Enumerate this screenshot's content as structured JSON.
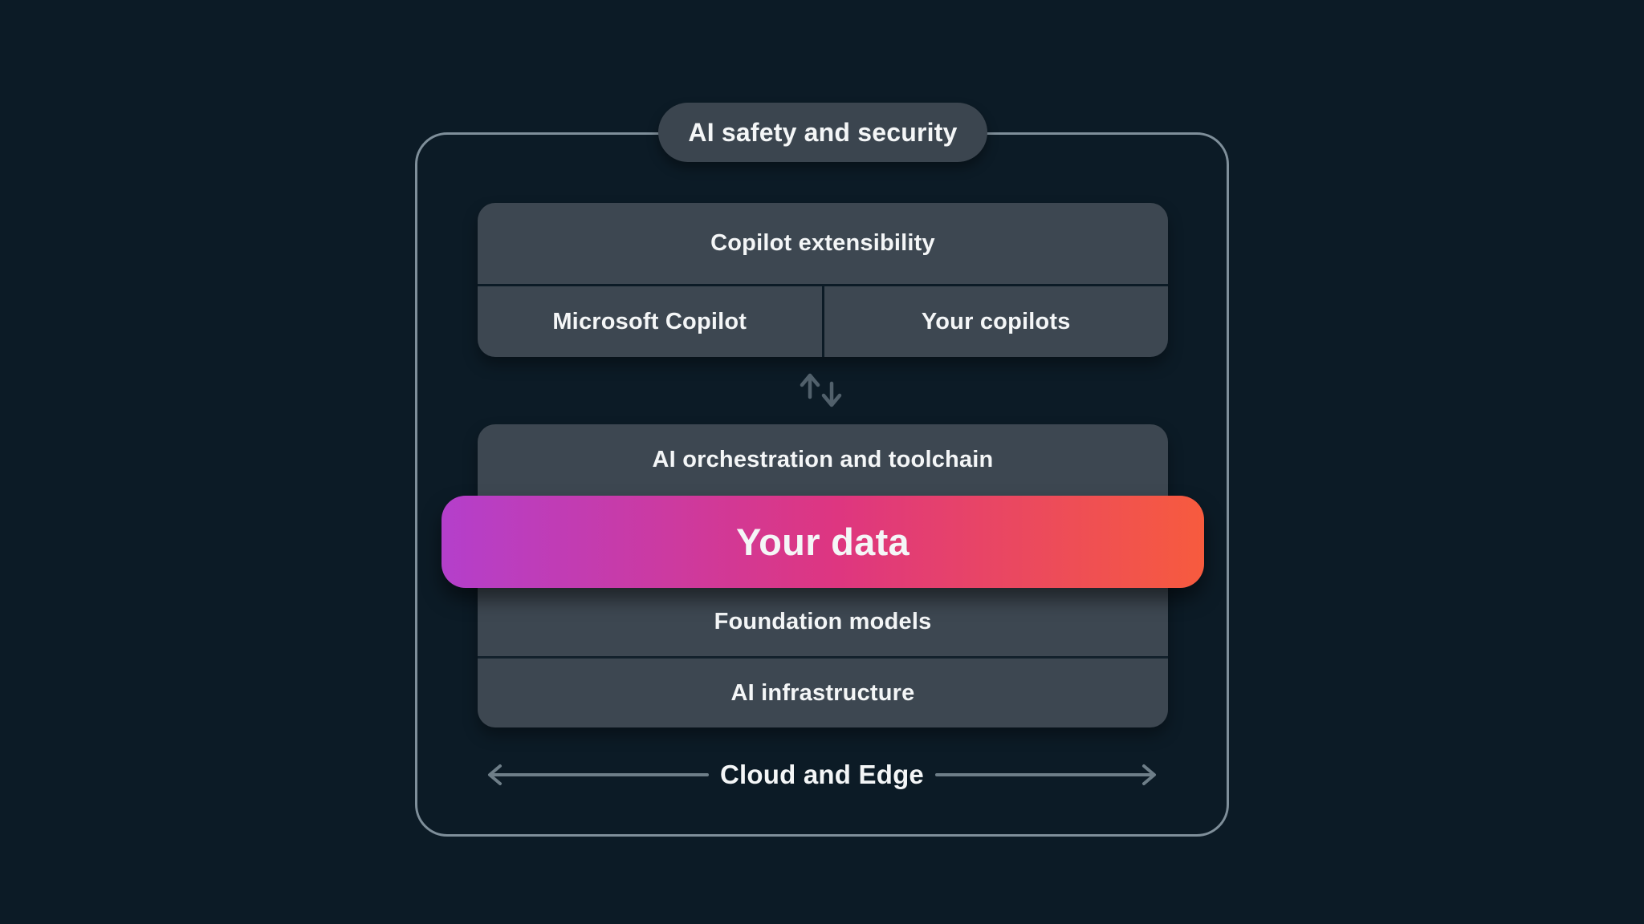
{
  "badge": {
    "label": "AI safety and security"
  },
  "stack_top": {
    "extensibility_label": "Copilot extensibility",
    "microsoft_copilot_label": "Microsoft Copilot",
    "your_copilots_label": "Your copilots"
  },
  "stack_bottom": {
    "orchestration_label": "AI orchestration and toolchain",
    "your_data_label": "Your data",
    "foundation_models_label": "Foundation models",
    "ai_infrastructure_label": "AI infrastructure"
  },
  "footer": {
    "cloud_edge_label": "Cloud and Edge"
  },
  "icons": {
    "exchange": "up-down-arrows-icon",
    "footer_left": "left-arrow-icon",
    "footer_right": "right-arrow-icon"
  },
  "colors": {
    "background": "#0c1b26",
    "box": "#3d4751",
    "box_pill": "#3b454f",
    "frame_border": "#7f8f9a",
    "text": "#f4f6f7",
    "muted_arrow": "#51606b",
    "footer_arrow": "#6e7e88",
    "gradient_start": "#b43fcb",
    "gradient_mid": "#de3680",
    "gradient_end": "#f75b3e"
  }
}
